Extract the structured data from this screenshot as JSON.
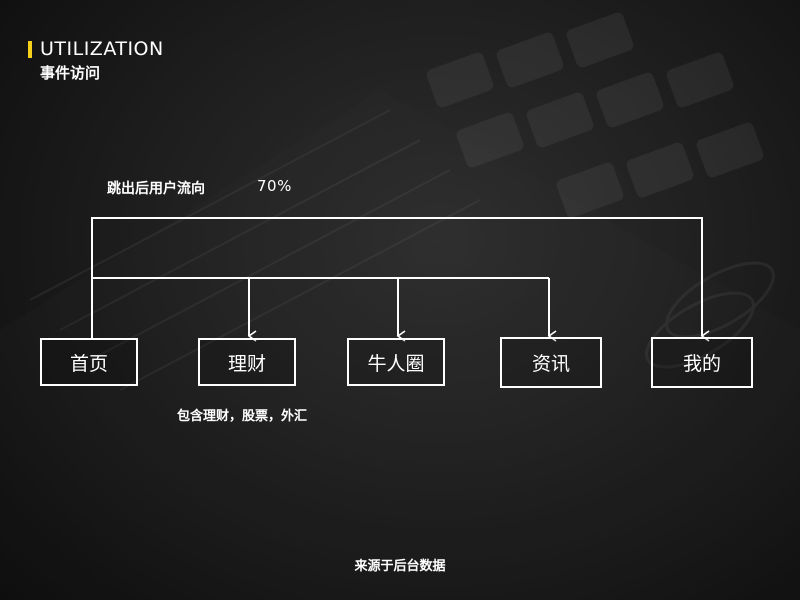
{
  "header": {
    "title_en": "UTILIZATION",
    "title_cn": "事件访问"
  },
  "flow": {
    "label": "跳出后用户流向",
    "percent": "70%"
  },
  "nodes": [
    {
      "label": "首页"
    },
    {
      "label": "理财"
    },
    {
      "label": "牛人圈"
    },
    {
      "label": "资讯"
    },
    {
      "label": "我的"
    }
  ],
  "note": "包含理财，股票，外汇",
  "footer": "来源于后台数据",
  "colors": {
    "accent": "#f5d11b",
    "text": "#ffffff",
    "background": "#1a1a1a"
  }
}
